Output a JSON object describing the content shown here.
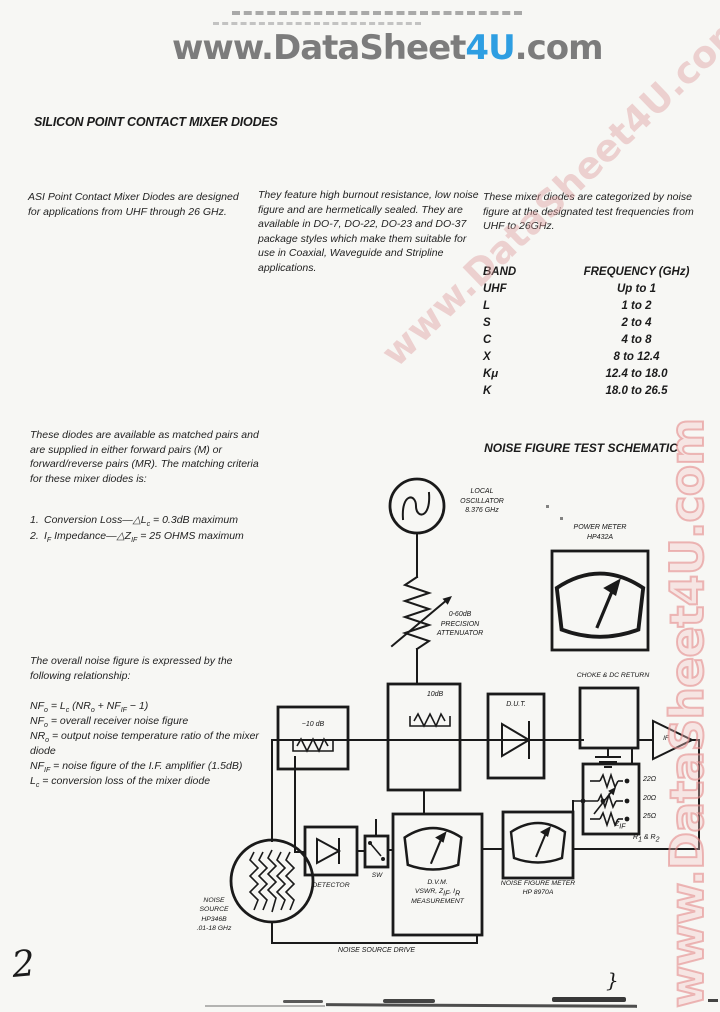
{
  "colors": {
    "accent_blue": "#2e9ee2",
    "watermark_pink": "#e6a0a0",
    "ink": "#1b1b1b",
    "logo_gray": "#7c7c7c"
  },
  "header": {
    "site_pre": "www.DataSheet",
    "site_mid": "4U",
    "site_post": ".com"
  },
  "watermarks": {
    "diagonal": "www.DataSheet4U.com",
    "vertical": "www.DataSheet4U.com"
  },
  "page": {
    "title": "SILICON POINT CONTACT MIXER DIODES",
    "page_number": "2",
    "stray_mark": "}"
  },
  "intro": {
    "col1": "ASI Point Contact Mixer Diodes are designed for applications from UHF through 26 GHz.",
    "col2": "They feature high burnout resistance, low noise figure and are hermetically sealed. They are available in DO-7, DO-22, DO-23 and DO-37 package styles which make them suitable for use in Coaxial, Waveguide and Stripline applications.",
    "col3": "These mixer diodes are categorized by noise figure at the designated test frequencies from UHF to 26GHz."
  },
  "band_table": {
    "headers": [
      "BAND",
      "FREQUENCY (GHz)"
    ],
    "rows": [
      [
        "UHF",
        "Up to 1"
      ],
      [
        "L",
        "1 to 2"
      ],
      [
        "S",
        "2 to 4"
      ],
      [
        "C",
        "4 to 8"
      ],
      [
        "X",
        "8 to 12.4"
      ],
      [
        "Kμ",
        "12.4 to 18.0"
      ],
      [
        "K",
        "18.0 to 26.5"
      ]
    ]
  },
  "matching": {
    "intro": "These diodes are available as matched pairs and are supplied in either forward pairs (M) or forward/reverse pairs (MR). The matching criteria for these mixer diodes is:",
    "i1": {
      "n": "1.",
      "s": [
        "Conversion Loss—△L",
        "c",
        " = 0.3dB maximum"
      ]
    },
    "i2": {
      "n": "2.",
      "s": [
        "I",
        "F",
        " Impedance—△Z",
        "IF",
        " = 25 OHMS maximum"
      ]
    }
  },
  "noise": {
    "intro": "The overall noise figure is expressed by the following relationship:",
    "f1": [
      "NF",
      "o",
      " = L",
      "c",
      " (NR",
      "o",
      " + NF",
      "IF",
      " − 1)"
    ],
    "f2": [
      "NF",
      "o",
      " = overall receiver noise figure"
    ],
    "f3": [
      "NR",
      "o",
      " = output noise temperature ratio of the mixer diode"
    ],
    "f4": [
      "NF",
      "IF",
      " = noise figure of the I.F. amplifier (1.5dB)"
    ],
    "f5": [
      "L",
      "c",
      " = conversion loss of the mixer diode"
    ]
  },
  "schematic": {
    "title": "NOISE FIGURE TEST SCHEMATIC",
    "local_oscillator": {
      "l1": "LOCAL",
      "l2": "OSCILLATOR",
      "l3": "8.376 GHz"
    },
    "power_meter": {
      "l1": "POWER METER",
      "l2": "HP432A"
    },
    "attenuator": {
      "l1": "0-60dB",
      "l2": "PRECISION",
      "l3": "ATTENUATOR"
    },
    "pad_lo": "10dB",
    "pad_in": "−10 dB",
    "dut": "D.U.T.",
    "choke": "CHOKE & DC RETURN",
    "if_amp": "IF",
    "r22": "22Ω",
    "r20": "20Ω",
    "r25": "25Ω",
    "zif": [
      "Z",
      "IF"
    ],
    "rpair": [
      "R",
      "1",
      " & R",
      "2"
    ],
    "noise_source": {
      "l1": "NOISE",
      "l2": "SOURCE",
      "l3": "HP346B",
      "l4": ".01-18 GHz"
    },
    "detector": "DETECTOR",
    "sw": "SW",
    "dvm": {
      "l1": "D.V.M.",
      "l2": [
        "VSWR, Z",
        "IF",
        ", I",
        "R"
      ],
      "l3": "MEASUREMENT"
    },
    "nf_meter": {
      "l1": "NOISE FIGURE METER",
      "l2": "HP 8970A"
    },
    "drive": "NOISE SOURCE DRIVE"
  }
}
